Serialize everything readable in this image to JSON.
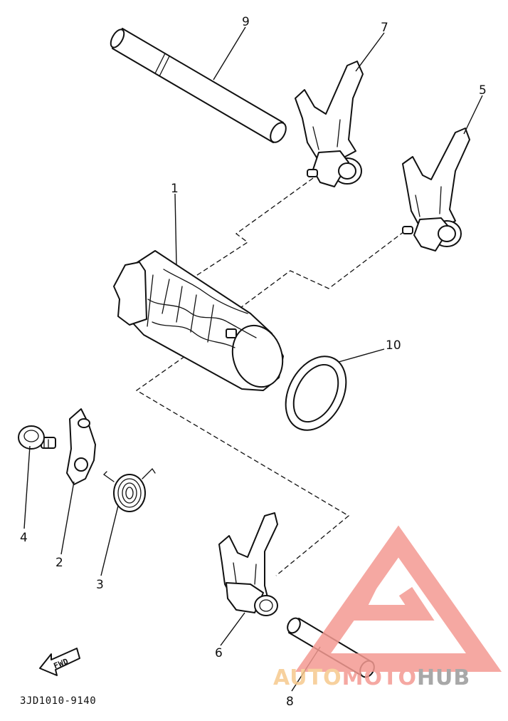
{
  "diagram": {
    "callouts": {
      "c1": "1",
      "c2": "2",
      "c3": "3",
      "c4": "4",
      "c5": "5",
      "c6": "6",
      "c7": "7",
      "c8": "8",
      "c9": "9",
      "c10": "10"
    },
    "fwd_label": "FWD",
    "drawing_code": "3JD1010-9140"
  },
  "watermark": {
    "text_auto": "AUTO",
    "text_moto": "MOTO",
    "text_hub": "HUB",
    "color_primary": "#f49a92",
    "color_secondary": "#f6c98e",
    "color_hub": "#9a9a9a"
  }
}
